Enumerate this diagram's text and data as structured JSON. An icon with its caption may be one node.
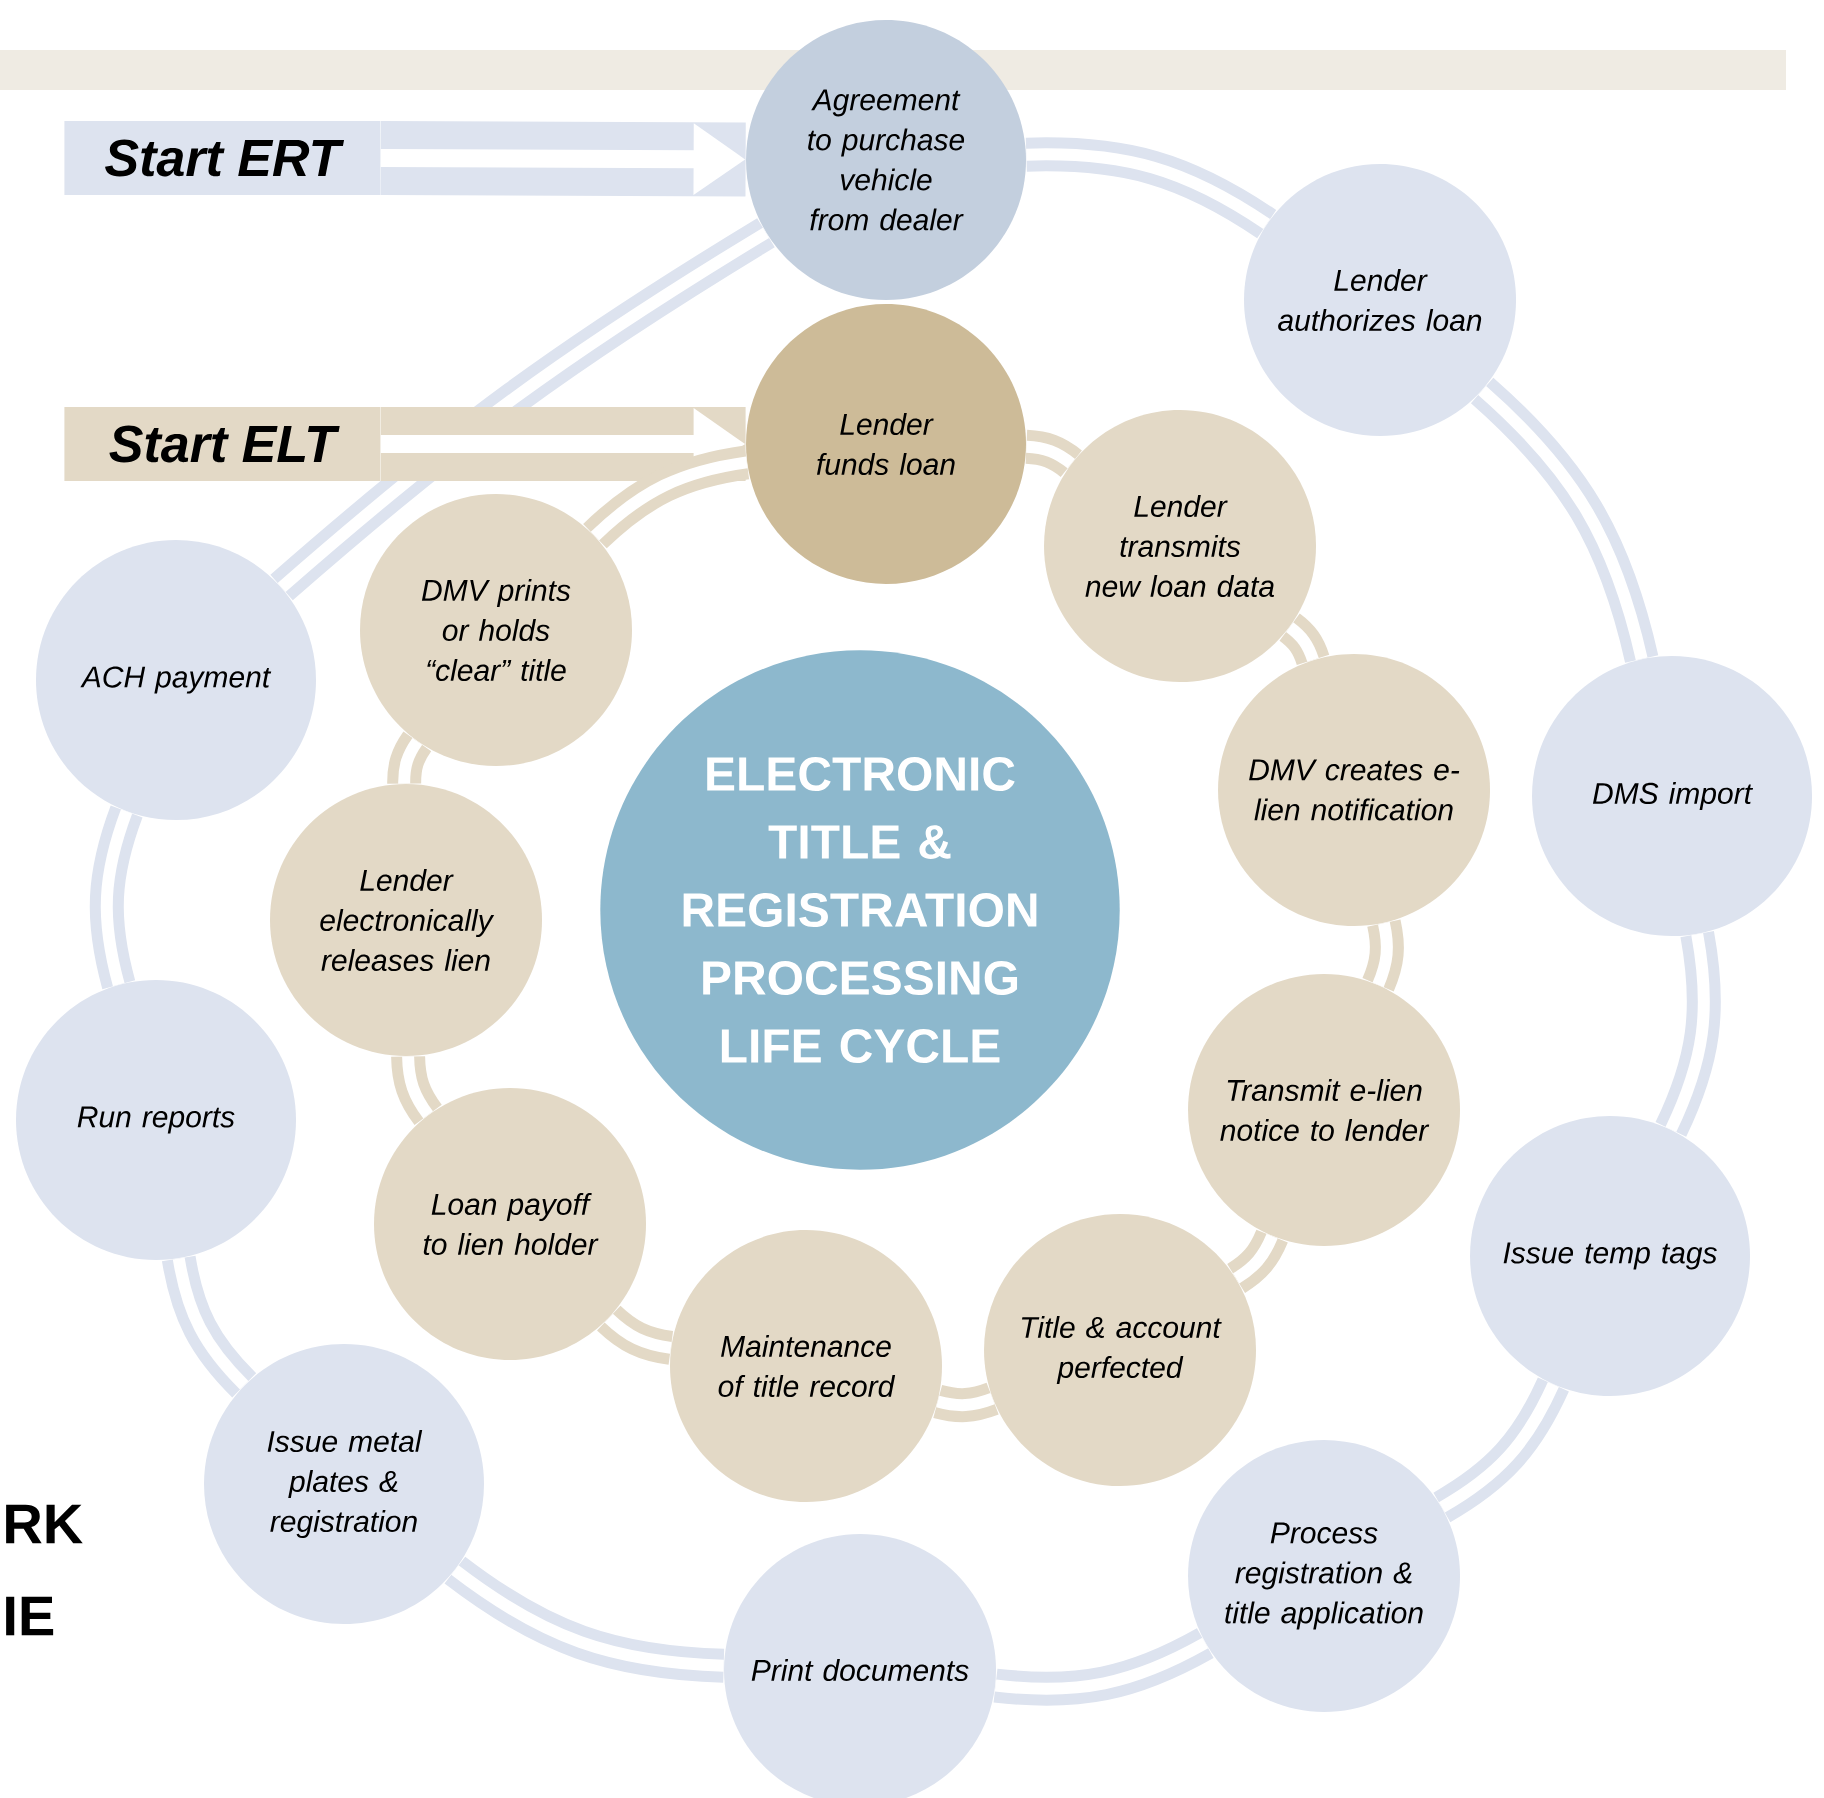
{
  "diagram": {
    "nodes": [
      {
        "text": [
          "Agreement to purchase vehicle from dealer"
        ]
      },
      {
        "text": [
          "Lender authorizes loan"
        ]
      },
      {
        "text": [
          "DMS import"
        ]
      },
      {
        "text": [
          "Issue temp tags"
        ]
      },
      {
        "text": [
          "Process registration & title application"
        ]
      },
      {
        "text": [
          "Print documents"
        ]
      },
      {
        "text": [
          "Issue metal plates & registration"
        ]
      },
      {
        "text": [
          "Run reports"
        ]
      },
      {
        "text": [
          "ACH payment"
        ]
      },
      {
        "text": [
          "Lender funds loan"
        ]
      },
      {
        "text": [
          "Lender transmits new loan data"
        ]
      },
      {
        "text": [
          "DMV creates e-lien notification"
        ]
      },
      {
        "text": [
          "Transmit e-lien notice to lender"
        ]
      },
      {
        "text": [
          "Title & account perfected"
        ]
      },
      {
        "text": [
          "Maintenance of title record"
        ]
      },
      {
        "text": [
          "Loan payoff to lien holder"
        ]
      },
      {
        "text": [
          "Lender electronically releases lien"
        ]
      },
      {
        "text": [
          "DMV prints or holds “clear” title"
        ]
      },
      {
        "text": [
          "ELECTRONIC TITLE & REGISTRATION PROCESSING LIFE CYCLE"
        ]
      },
      {
        "text": [
          "Start ERT"
        ]
      },
      {
        "text": [
          "Start ELT"
        ]
      }
    ],
    "edges": [
      {
        "from": 19,
        "to": 0,
        "arrow": "to",
        "style": "thick",
        "color": "#dde3ef"
      },
      {
        "from": 0,
        "to": 1,
        "arrow": "none",
        "color": "#dde3ef"
      },
      {
        "from": 1,
        "to": 2,
        "arrow": "none",
        "color": "#dde3ef"
      },
      {
        "from": 2,
        "to": 3,
        "arrow": "none",
        "color": "#dde3ef"
      },
      {
        "from": 3,
        "to": 4,
        "arrow": "none",
        "color": "#dde3ef"
      },
      {
        "from": 4,
        "to": 5,
        "arrow": "none",
        "color": "#dde3ef"
      },
      {
        "from": 5,
        "to": 6,
        "arrow": "none",
        "color": "#dde3ef"
      },
      {
        "from": 6,
        "to": 7,
        "arrow": "none",
        "color": "#dde3ef"
      },
      {
        "from": 7,
        "to": 8,
        "arrow": "none",
        "color": "#dde3ef"
      },
      {
        "from": 8,
        "to": 0,
        "arrow": "none",
        "color": "#dde3ef"
      },
      {
        "from": 20,
        "to": 9,
        "arrow": "to",
        "style": "thick",
        "color": "#e3d9c6"
      },
      {
        "from": 9,
        "to": 10,
        "arrow": "none",
        "color": "#e3d9c6"
      },
      {
        "from": 10,
        "to": 11,
        "arrow": "none",
        "color": "#e3d9c6"
      },
      {
        "from": 11,
        "to": 12,
        "arrow": "none",
        "color": "#e3d9c6"
      },
      {
        "from": 12,
        "to": 13,
        "arrow": "none",
        "color": "#e3d9c6"
      },
      {
        "from": 13,
        "to": 14,
        "arrow": "none",
        "color": "#e3d9c6"
      },
      {
        "from": 14,
        "to": 15,
        "arrow": "none",
        "color": "#e3d9c6"
      },
      {
        "from": 15,
        "to": 16,
        "arrow": "none",
        "color": "#e3d9c6"
      },
      {
        "from": 16,
        "to": 17,
        "arrow": "none",
        "color": "#e3d9c6"
      },
      {
        "from": 17,
        "to": 9,
        "arrow": "none",
        "color": "#e3d9c6"
      }
    ],
    "labels": [
      "RK",
      "IE"
    ]
  }
}
